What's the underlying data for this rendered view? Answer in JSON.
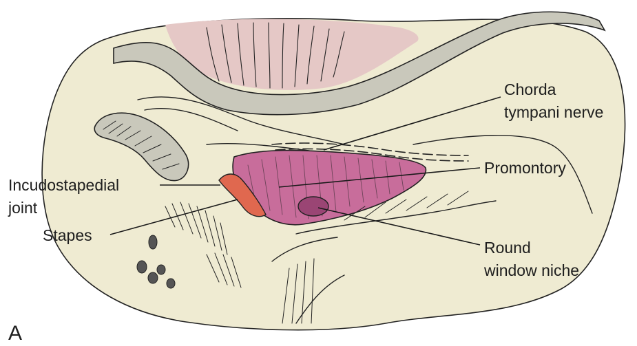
{
  "figure": {
    "panel_letter": "A",
    "labels": {
      "chorda_line1": "Chorda",
      "chorda_line2": "tympani nerve",
      "promontory": "Promontory",
      "incudo_line1": "Incudostapedial",
      "incudo_line2": "joint",
      "stapes": "Stapes",
      "round_line1": "Round",
      "round_line2": "window niche"
    }
  },
  "colors": {
    "background": "#ffffff",
    "bone_cream": "#efebd2",
    "canal_wall_gray": "#c9c8bb",
    "ear_drum_pink": "#e5c8c6",
    "promontory_magenta": "#c86d9b",
    "stapes_orange": "#e0684f",
    "ink": "#222222"
  }
}
